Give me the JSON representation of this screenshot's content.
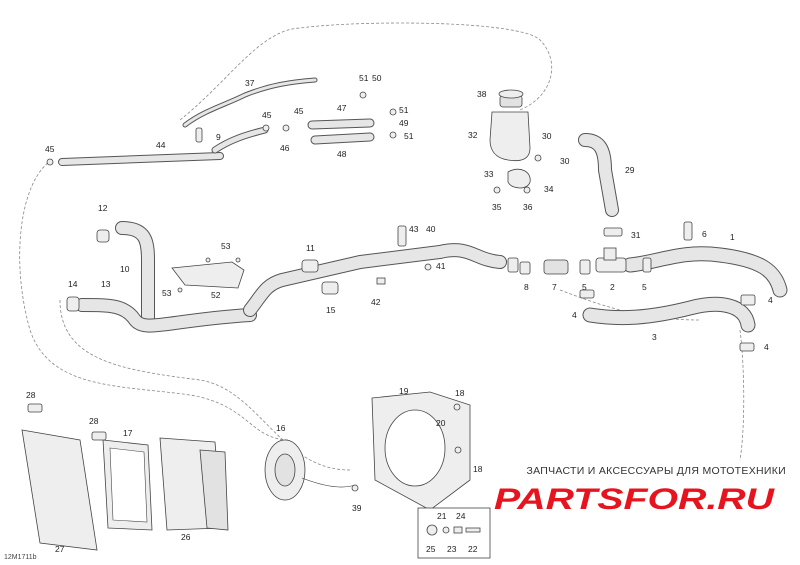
{
  "drawing_id": "12M1711b",
  "watermark": {
    "tagline": "ЗАПЧАСТИ И АКСЕССУАРЫ ДЛЯ МОТОТЕХНИКИ",
    "brand": "PARTSFOR.RU",
    "brand_color": "#e6141e"
  },
  "callouts": [
    "1",
    "2",
    "3",
    "4",
    "4",
    "4",
    "5",
    "5",
    "6",
    "7",
    "8",
    "9",
    "10",
    "11",
    "12",
    "13",
    "14",
    "15",
    "16",
    "17",
    "18",
    "18",
    "19",
    "20",
    "21",
    "22",
    "23",
    "24",
    "25",
    "26",
    "27",
    "28",
    "28",
    "29",
    "30",
    "30",
    "31",
    "32",
    "33",
    "34",
    "35",
    "36",
    "37",
    "38",
    "39",
    "40",
    "41",
    "42",
    "43",
    "44",
    "45",
    "45",
    "45",
    "46",
    "47",
    "48",
    "49",
    "50",
    "51",
    "51",
    "51",
    "52",
    "53",
    "53"
  ]
}
